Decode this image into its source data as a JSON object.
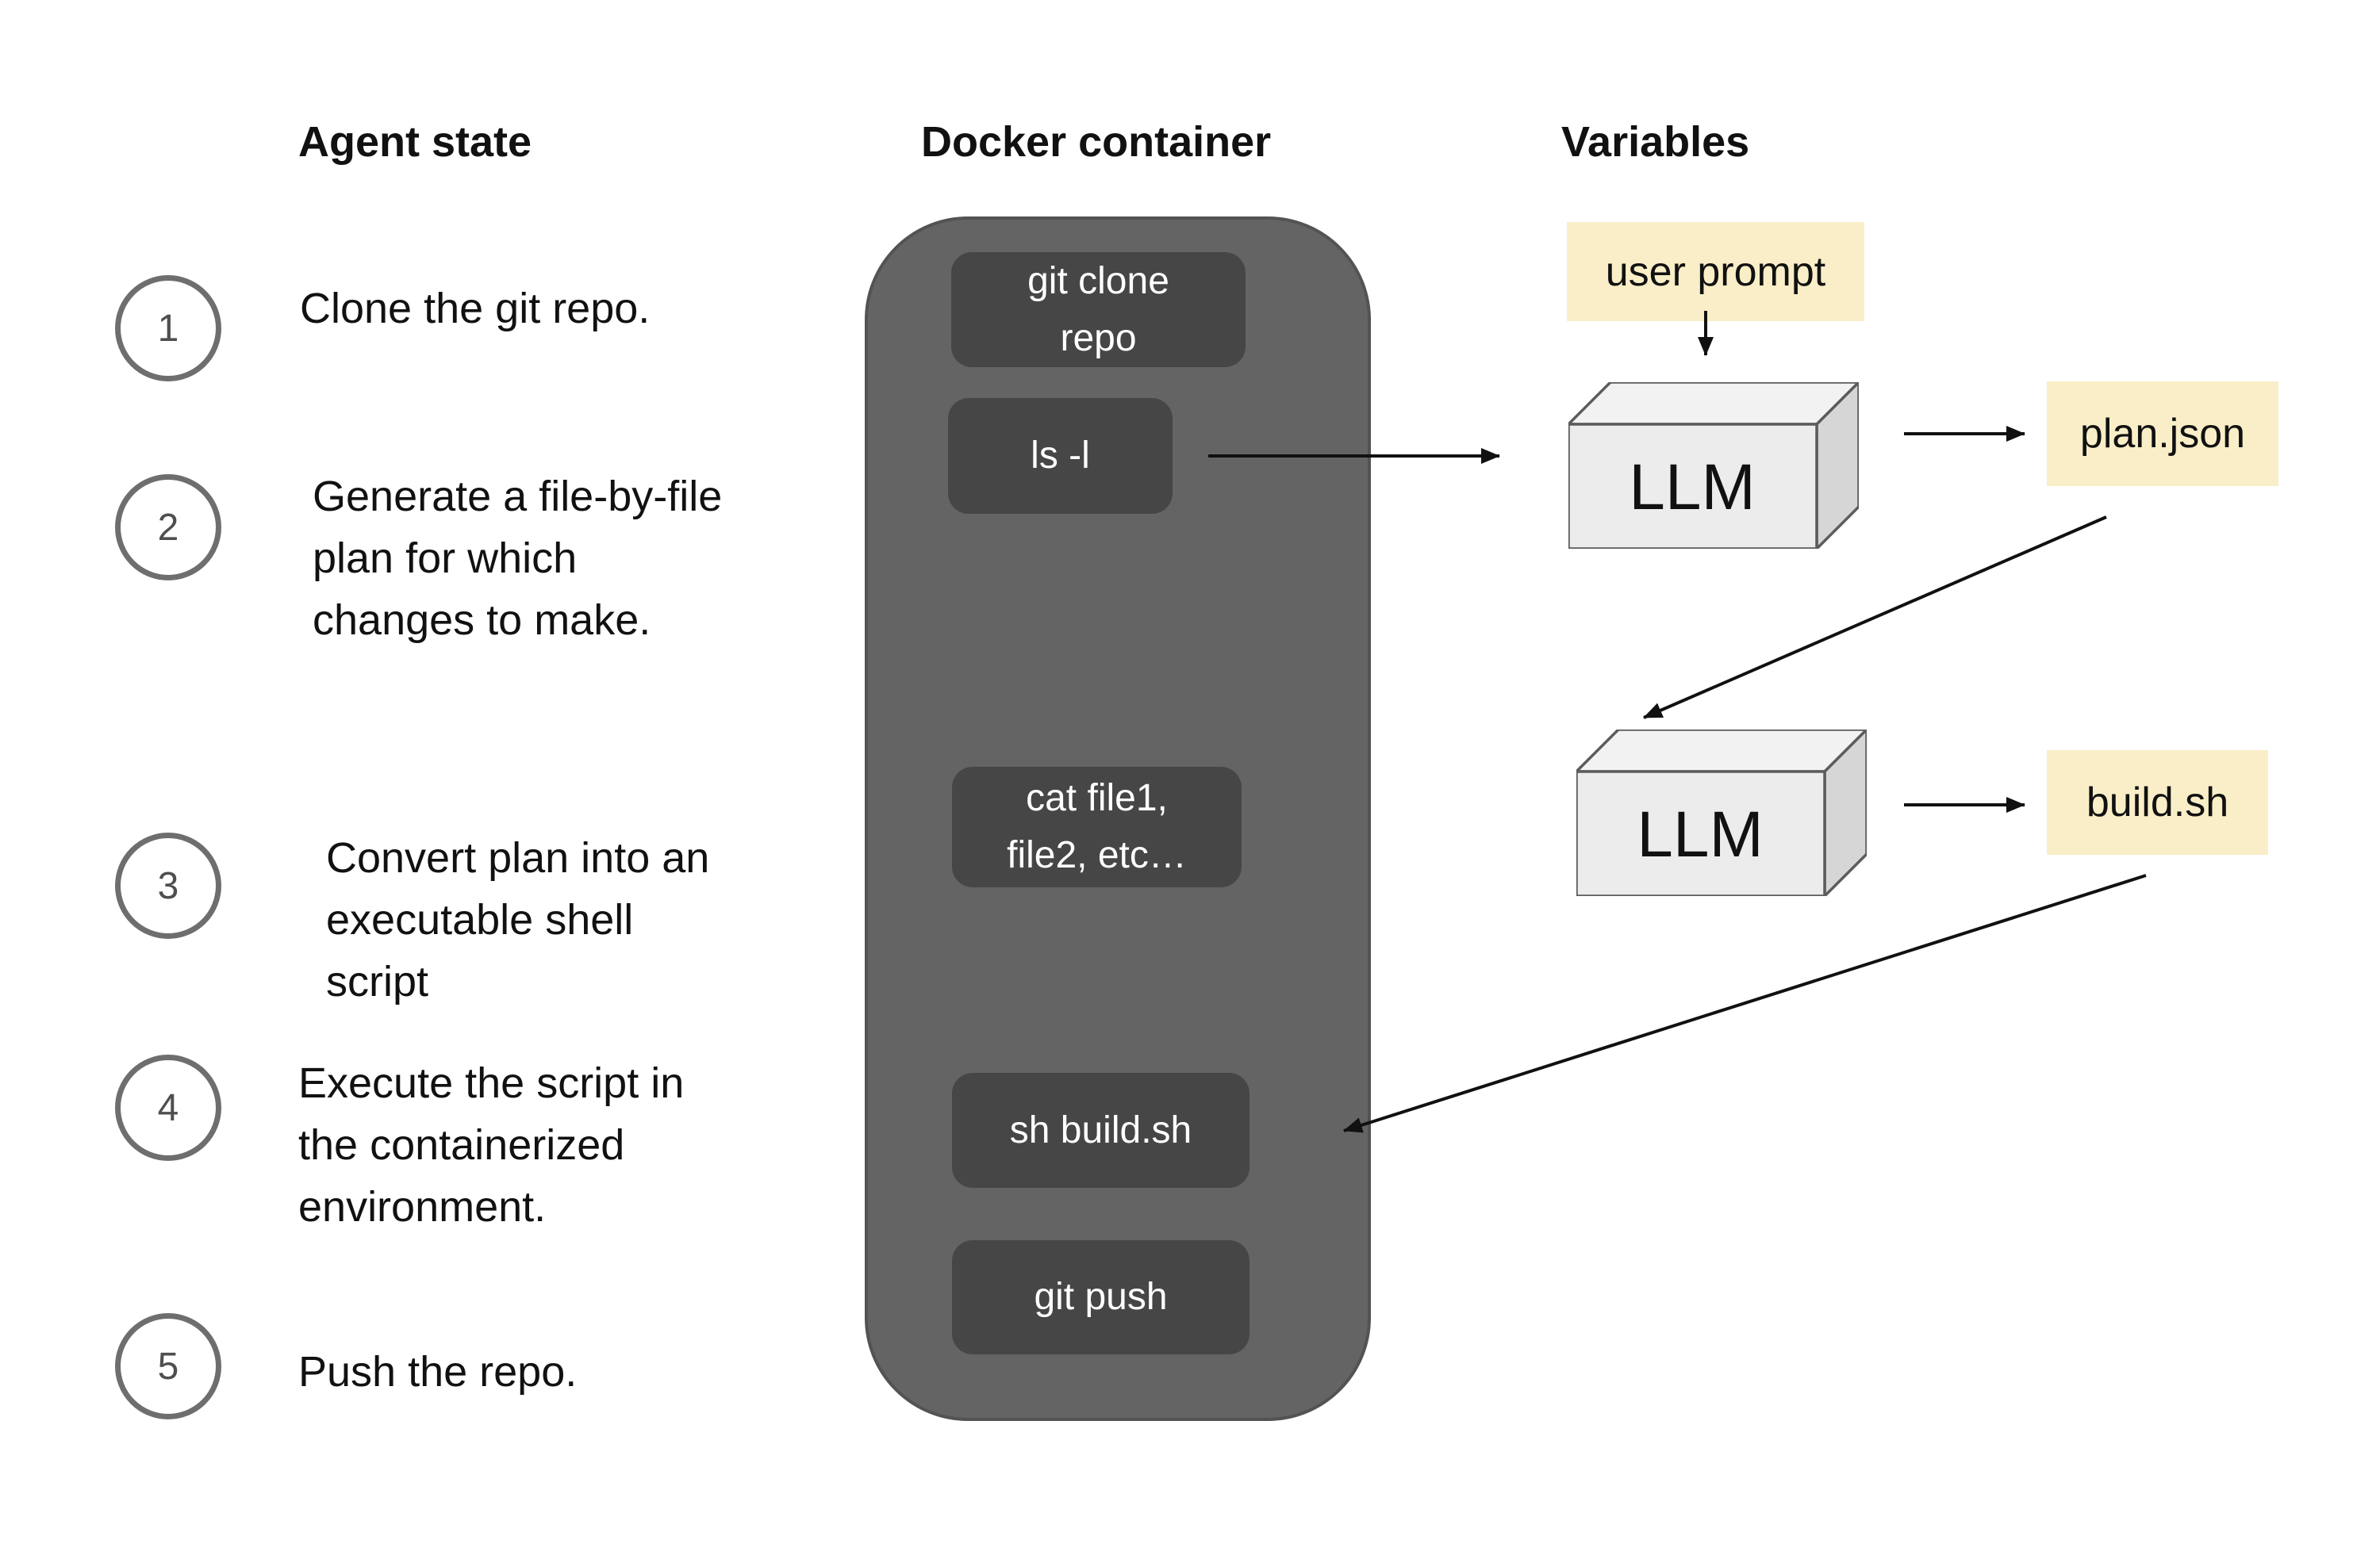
{
  "columns": {
    "agent_state": {
      "label": "Agent state"
    },
    "docker": {
      "label": "Docker container"
    },
    "variables": {
      "label": "Variables"
    }
  },
  "steps": [
    {
      "number": "1",
      "lines": [
        "Clone the git repo."
      ]
    },
    {
      "number": "2",
      "lines": [
        "Generate a file-by-file",
        "plan for which",
        "changes to make."
      ]
    },
    {
      "number": "3",
      "lines": [
        "Convert plan into an",
        "executable shell",
        "script"
      ]
    },
    {
      "number": "4",
      "lines": [
        "Execute the script in",
        "the containerized",
        "environment."
      ]
    },
    {
      "number": "5",
      "lines": [
        "Push the repo."
      ]
    }
  ],
  "docker_commands": [
    {
      "lines": [
        "git clone",
        "repo"
      ]
    },
    {
      "lines": [
        "ls -l"
      ]
    },
    {
      "lines": [
        "cat file1,",
        "file2, etc…"
      ]
    },
    {
      "lines": [
        "sh build.sh"
      ]
    },
    {
      "lines": [
        "git push"
      ]
    }
  ],
  "variables": {
    "user_prompt": "user prompt",
    "plan_json": "plan.json",
    "build_sh": "build.sh"
  },
  "llm": {
    "label": "LLM"
  },
  "colors": {
    "note_yellow": "#f9eec7",
    "container_gray": "#646464",
    "command_gray": "#464646",
    "cube_front": "#ececec",
    "cube_top": "#f2f2f2",
    "cube_side": "#d6d6d6",
    "arrow_black": "#111111",
    "circle_stroke": "#6e6e6e"
  }
}
